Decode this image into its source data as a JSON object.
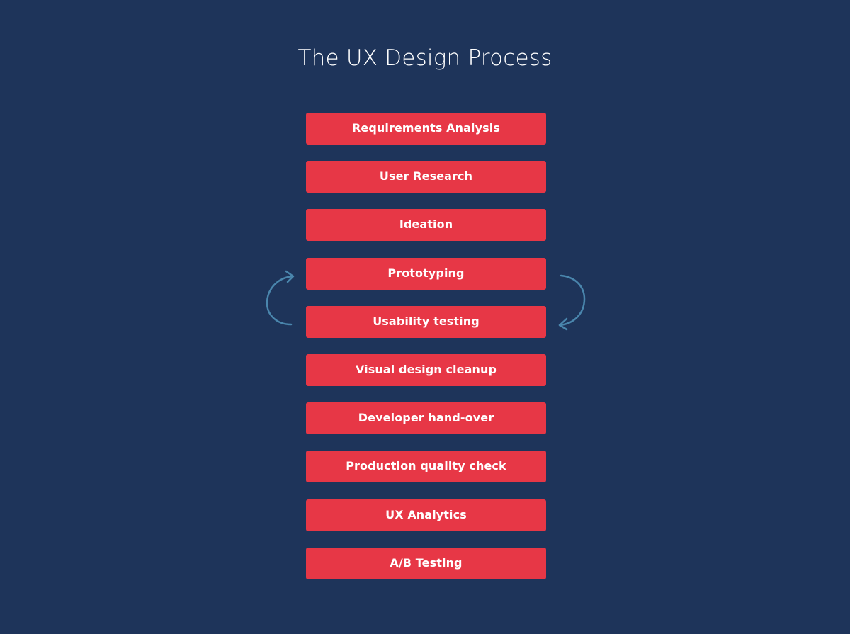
{
  "title": "The UX Design Process",
  "colors": {
    "background": "#1e345a",
    "step_fill": "#e73746",
    "step_text": "#ffffff",
    "arrow": "#4a86ad"
  },
  "steps": [
    {
      "label": "Requirements Analysis"
    },
    {
      "label": "User Research"
    },
    {
      "label": "Ideation"
    },
    {
      "label": "Prototyping"
    },
    {
      "label": "Usability testing"
    },
    {
      "label": "Visual design cleanup"
    },
    {
      "label": "Developer hand-over"
    },
    {
      "label": "Production quality check"
    },
    {
      "label": "UX Analytics"
    },
    {
      "label": "A/B Testing"
    }
  ],
  "loop": {
    "between": [
      "Prototyping",
      "Usability testing"
    ],
    "left_arrow": "curved-arrow-up",
    "right_arrow": "curved-arrow-down"
  }
}
